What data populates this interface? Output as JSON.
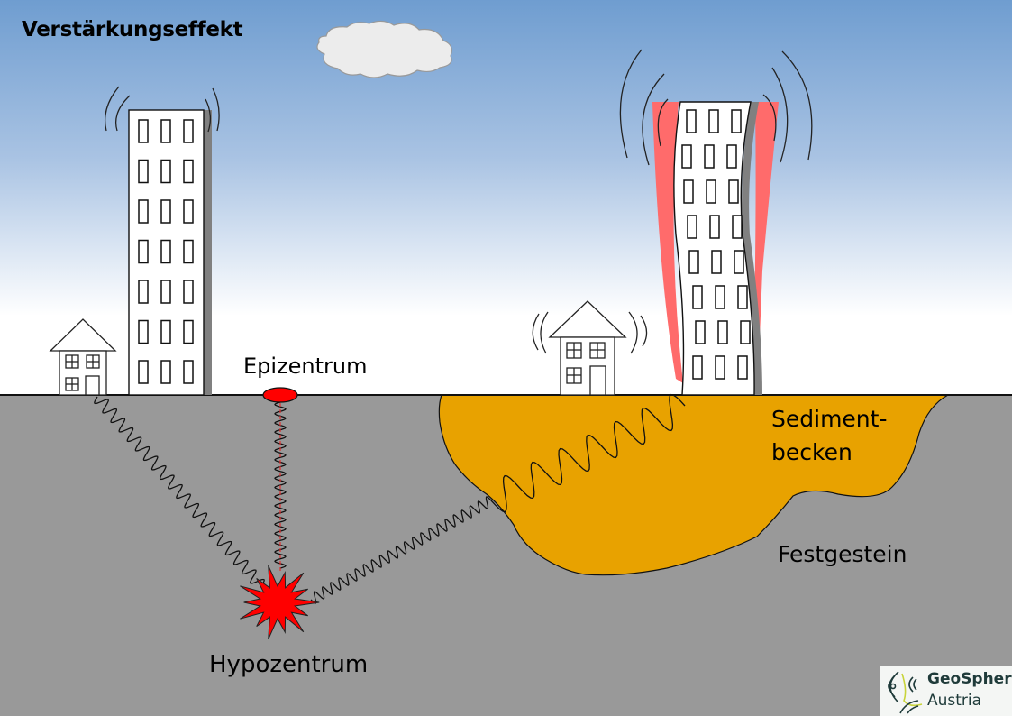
{
  "title": "Verstärkungseffekt",
  "labels": {
    "epicenter": "Epizentrum",
    "hypocenter": "Hypozentrum",
    "sediment_line1": "Sediment-",
    "sediment_line2": "becken",
    "bedrock": "Festgestein"
  },
  "logo": {
    "name": "GeoSphere",
    "subtitle": "Austria"
  },
  "colors": {
    "sky_top": "#6f9dd0",
    "sky_bottom": "#ffffff",
    "bedrock": "#999999",
    "sediment": "#e8a200",
    "hypocenter": "#ff0000",
    "sway_highlight": "#ff6b6b",
    "building_shadow": "#808080"
  },
  "icons": {
    "cloud": "cloud-icon",
    "house": "house-icon",
    "building": "building-icon",
    "explosion": "hypocenter-burst-icon",
    "logo": "geosphere-logo-icon"
  }
}
